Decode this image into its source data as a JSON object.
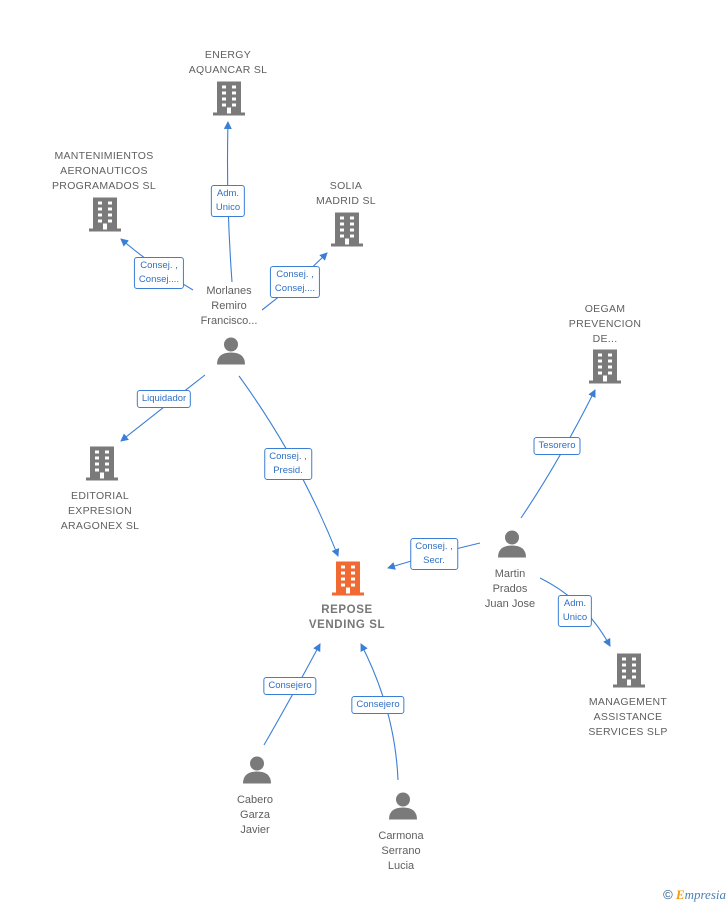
{
  "colors": {
    "edge": "#3a7fd5",
    "node": "#7a7a7a",
    "focus": "#f26a33"
  },
  "companies": {
    "energy": [
      "ENERGY",
      "AQUANCAR  SL"
    ],
    "manten": [
      "MANTENIMIENTOS",
      "AERONAUTICOS",
      "PROGRAMADOS SL"
    ],
    "solia": [
      "SOLIA",
      "MADRID  SL"
    ],
    "oegam": [
      "OEGAM",
      "PREVENCION",
      "DE..."
    ],
    "editorial": [
      "EDITORIAL",
      "EXPRESION",
      "ARAGONEX SL"
    ],
    "repose": [
      "REPOSE",
      "VENDING  SL"
    ],
    "management": [
      "MANAGEMENT",
      "ASSISTANCE",
      "SERVICES SLP"
    ]
  },
  "persons": {
    "morlanes": [
      "Morlanes",
      "Remiro",
      "Francisco..."
    ],
    "martin": [
      "Martin",
      "Prados",
      "Juan Jose"
    ],
    "cabero": [
      "Cabero",
      "Garza",
      "Javier"
    ],
    "carmona": [
      "Carmona",
      "Serrano",
      "Lucia"
    ]
  },
  "roles": {
    "morlanes_energy": [
      "Adm.",
      "Unico"
    ],
    "morlanes_manten": [
      "Consej. ,",
      "Consej...."
    ],
    "morlanes_solia": [
      "Consej. ,",
      "Consej...."
    ],
    "morlanes_editorial": [
      "Liquidador"
    ],
    "morlanes_repose": [
      "Consej. ,",
      "Presid."
    ],
    "martin_oegam": [
      "Tesorero"
    ],
    "martin_repose": [
      "Consej. ,",
      "Secr."
    ],
    "martin_management": [
      "Adm.",
      "Unico"
    ],
    "cabero_repose": [
      "Consejero"
    ],
    "carmona_repose": [
      "Consejero"
    ]
  },
  "brand": {
    "symbol": "©",
    "first": "E",
    "rest": "mpresia"
  }
}
